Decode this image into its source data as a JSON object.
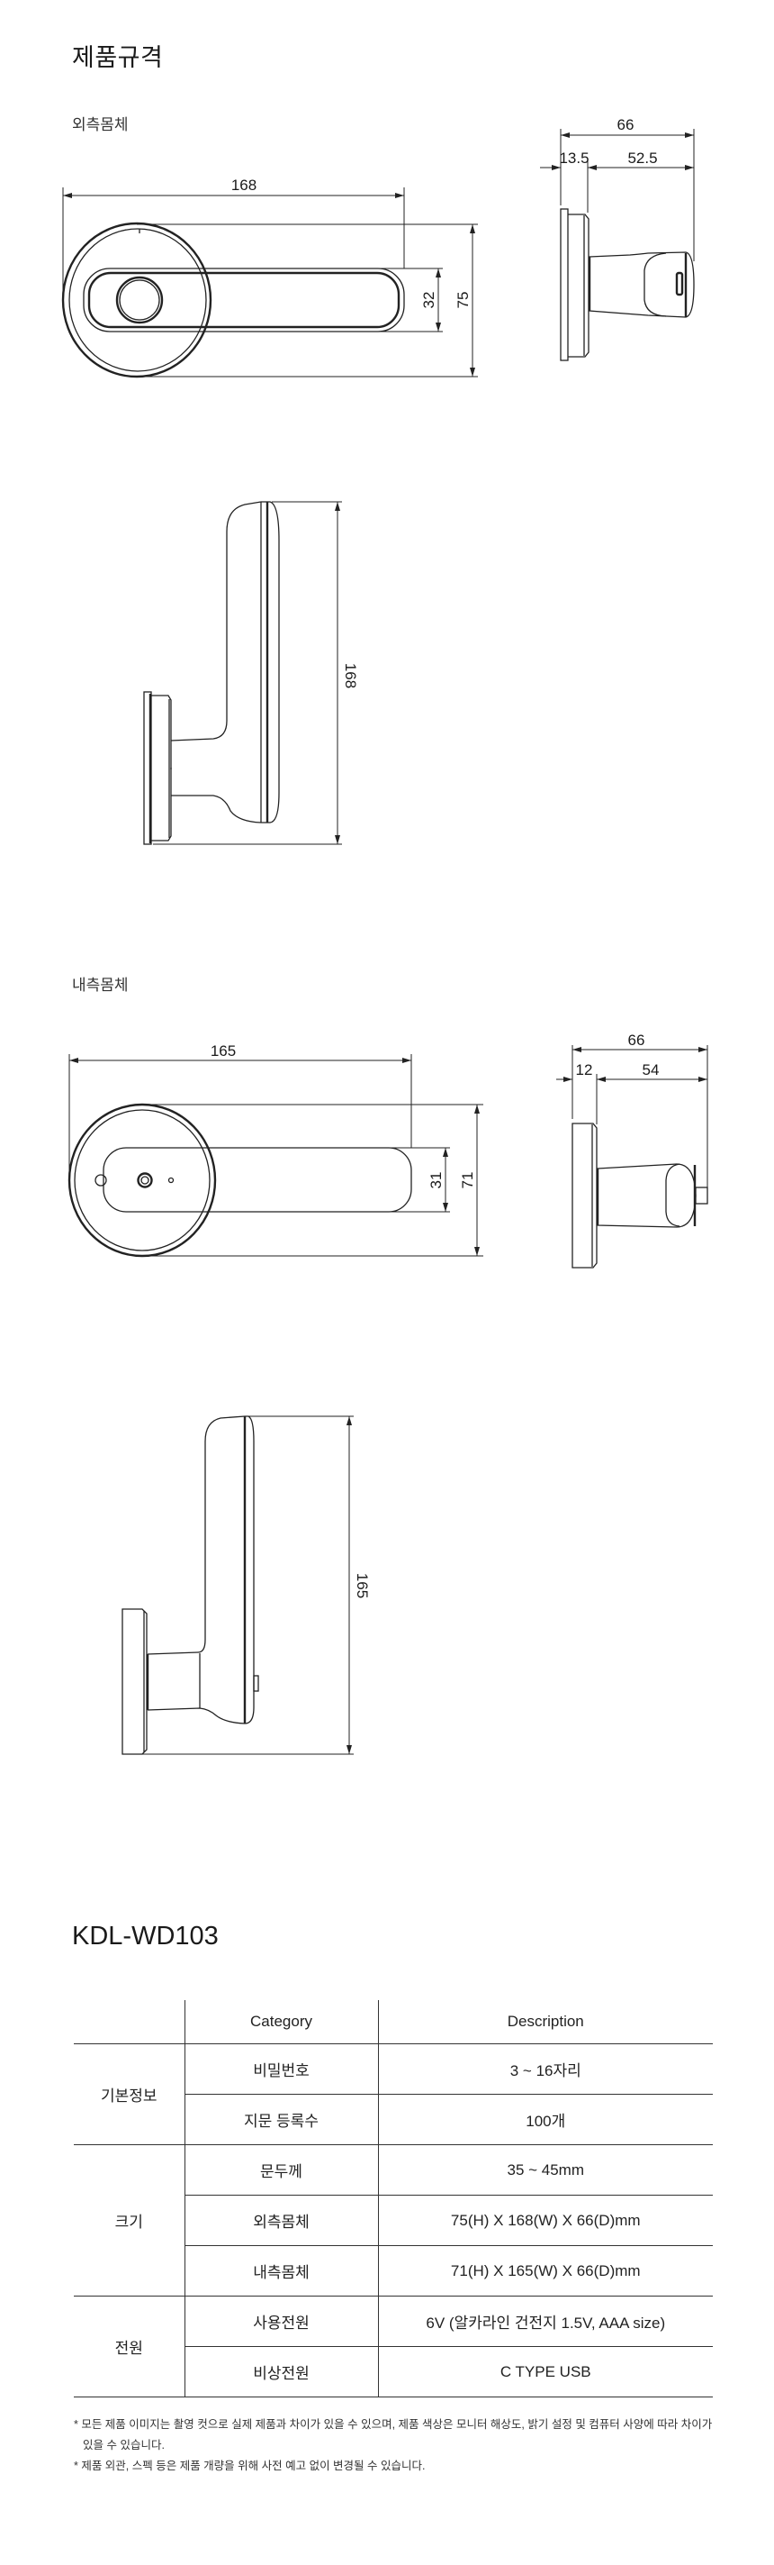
{
  "page": {
    "title": "제품규격",
    "outer_label": "외측몸체",
    "inner_label": "내측몸체",
    "model": "KDL-WD103"
  },
  "outer": {
    "width": "168",
    "lever_height": "32",
    "total_height": "75",
    "depth_total": "66",
    "depth_plate": "13.5",
    "depth_handle": "52.5",
    "top_view_length": "168"
  },
  "inner": {
    "width": "165",
    "lever_height": "31",
    "total_height": "71",
    "depth_total": "66",
    "depth_plate": "12",
    "depth_handle": "54",
    "top_view_length": "165"
  },
  "table": {
    "headers": [
      "",
      "Category",
      "Description"
    ],
    "groups": [
      {
        "name": "기본정보",
        "rows": [
          {
            "category": "비밀번호",
            "description": "3 ~ 16자리"
          },
          {
            "category": "지문 등록수",
            "description": "100개"
          }
        ]
      },
      {
        "name": "크기",
        "rows": [
          {
            "category": "문두께",
            "description": "35 ~ 45mm"
          },
          {
            "category": "외측몸체",
            "description": "75(H) X 168(W) X 66(D)mm"
          },
          {
            "category": "내측몸체",
            "description": "71(H) X 165(W) X 66(D)mm"
          }
        ]
      },
      {
        "name": "전원",
        "rows": [
          {
            "category": "사용전원",
            "description": "6V (알카라인 건전지 1.5V, AAA size)"
          },
          {
            "category": "비상전원",
            "description": "C TYPE USB"
          }
        ]
      }
    ]
  },
  "notes": [
    "* 모든 제품 이미지는 촬영 컷으로 실제 제품과 차이가 있을 수 있으며, 제품 색상은 모니터 해상도, 밝기 설정 및 컴퓨터 사양에 따라 차이가 있을 수 있습니다.",
    "* 제품 외관, 스펙 등은 제품 개량을 위해 사전 예고 없이 변경될 수 있습니다."
  ]
}
